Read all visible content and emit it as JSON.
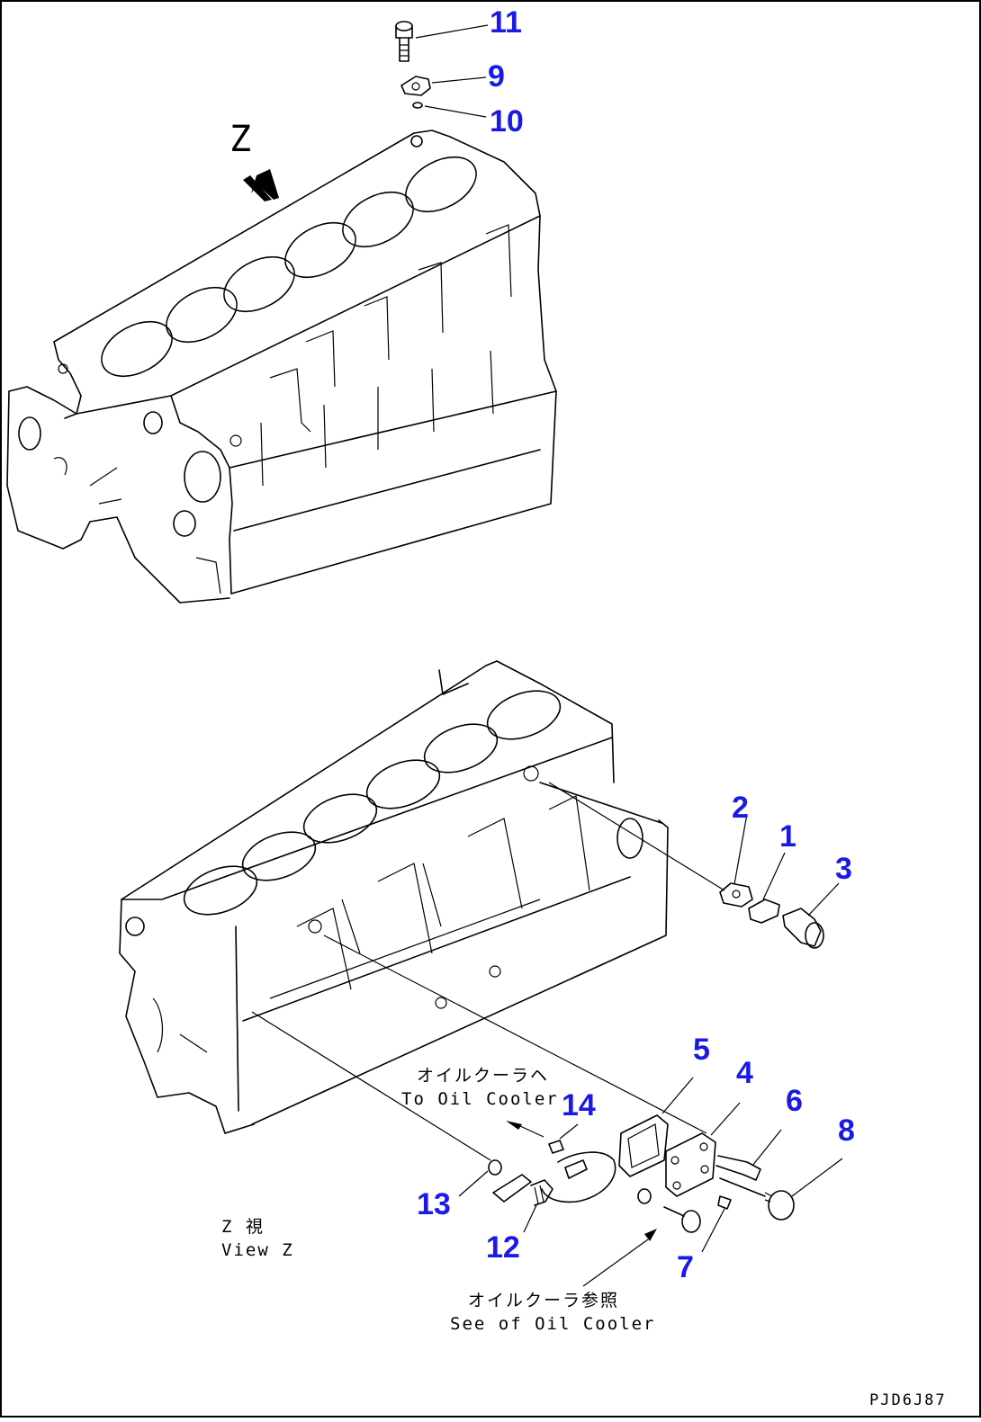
{
  "drawing_code": "PJD6J87",
  "view_label": "Z",
  "callouts": [
    "11",
    "9",
    "10",
    "2",
    "1",
    "3",
    "5",
    "4",
    "6",
    "8",
    "14",
    "13",
    "12",
    "7"
  ],
  "notes": {
    "to_oil_cooler_jp": "オイルクーラヘ",
    "to_oil_cooler_en": "To Oil Cooler",
    "see_oil_cooler_jp": "オイルクーラ参照",
    "see_oil_cooler_en": "See of Oil Cooler",
    "view_z_jp": "Z 視",
    "view_z_en": "View Z"
  }
}
